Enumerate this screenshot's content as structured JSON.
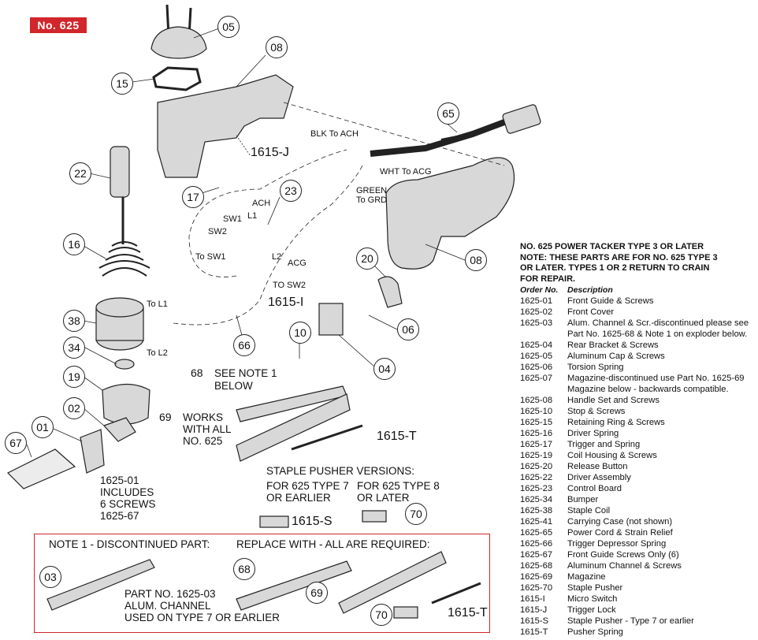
{
  "badge": "No. 625",
  "callouts": [
    "05",
    "08",
    "15",
    "22",
    "17",
    "23",
    "16",
    "38",
    "34",
    "19",
    "02",
    "01",
    "67",
    "20",
    "06",
    "04",
    "10",
    "65",
    "08",
    "66",
    "03",
    "68",
    "69",
    "70",
    "70"
  ],
  "labels": {
    "l_1615_J": "1615-J",
    "l_1615_I": "1615-I",
    "l_1615_T": "1615-T",
    "l_1615_S": "1615-S",
    "l_1615_T2": "1615-T",
    "blk": "BLK To ACH",
    "wht": "WHT To ACG",
    "green1": "GREEN",
    "green2": "To GRD",
    "ach": "ACH",
    "l1": "L1",
    "sw1": "SW1",
    "sw2": "SW2",
    "l2": "L2",
    "acg": "ACG",
    "tosw1": "To SW1",
    "tosw2": "TO SW2",
    "tol1": "To L1",
    "tol2": "To L2",
    "note68a": "SEE NOTE 1",
    "note68b": "BELOW",
    "note69a": "WORKS",
    "note69b": "WITH ALL",
    "note69c": "NO. 625",
    "inc1": "1625-01",
    "inc2": "INCLUDES",
    "inc3": "6 SCREWS",
    "inc4": "1625-67",
    "pusher_title": "STAPLE PUSHER VERSIONS:",
    "p7a": "FOR 625 TYPE 7",
    "p7b": "OR EARLIER",
    "p8a": "FOR 625 TYPE 8",
    "p8b": "OR LATER",
    "note1": "NOTE 1 - DISCONTINUED PART:",
    "replace": "REPLACE WITH - ALL ARE REQUIRED:",
    "pn1": "PART NO. 1625-03",
    "pn2": "ALUM. CHANNEL",
    "pn3": "USED ON TYPE 7 OR EARLIER"
  },
  "parts_list": {
    "header": [
      "NO. 625 POWER TACKER TYPE 3 OR LATER",
      "NOTE: THESE PARTS ARE FOR NO. 625 TYPE 3",
      "OR LATER.  TYPES 1 OR 2 RETURN TO CRAIN",
      "FOR REPAIR."
    ],
    "col_order": "Order No.",
    "col_desc": "Description",
    "rows": [
      {
        "no": "1625-01",
        "desc": "Front Guide & Screws"
      },
      {
        "no": "1625-02",
        "desc": "Front Cover"
      },
      {
        "no": "1625-03",
        "desc": "Alum. Channel & Scr.-discontinued please see"
      },
      {
        "no": "",
        "desc": "Part No. 1625-68 & Note 1 on exploder below."
      },
      {
        "no": "1625-04",
        "desc": "Rear Bracket & Screws"
      },
      {
        "no": "1625-05",
        "desc": "Aluminum Cap & Screws"
      },
      {
        "no": "1625-06",
        "desc": "Torsion Spring"
      },
      {
        "no": "1625-07",
        "desc": "Magazine-discontinued use Part No. 1625-69"
      },
      {
        "no": "",
        "desc": "Magazine below - backwards compatible."
      },
      {
        "no": "1625-08",
        "desc": "Handle Set and Screws"
      },
      {
        "no": "1625-10",
        "desc": "Stop & Screws"
      },
      {
        "no": "1625-15",
        "desc": "Retaining Ring & Screws"
      },
      {
        "no": "1625-16",
        "desc": "Driver Spring"
      },
      {
        "no": "1625-17",
        "desc": "Trigger and Spring"
      },
      {
        "no": "1625-19",
        "desc": "Coil Housing & Screws"
      },
      {
        "no": "1625-20",
        "desc": "Release Button"
      },
      {
        "no": "1625-22",
        "desc": "Driver Assembly"
      },
      {
        "no": "1625-23",
        "desc": "Control Board"
      },
      {
        "no": "1625-34",
        "desc": "Bumper"
      },
      {
        "no": "1625-38",
        "desc": "Staple Coil"
      },
      {
        "no": "1625-41",
        "desc": "Carrying Case (not shown)"
      },
      {
        "no": "1625-65",
        "desc": "Power Cord & Strain Relief"
      },
      {
        "no": "1625-66",
        "desc": "Trigger Depressor Spring"
      },
      {
        "no": "1625-67",
        "desc": "Front Guide Screws Only (6)"
      },
      {
        "no": "1625-68",
        "desc": "Aluminum Channel & Screws"
      },
      {
        "no": "1625-69",
        "desc": "Magazine"
      },
      {
        "no": "1625-70",
        "desc": "Staple Pusher"
      },
      {
        "no": "1615-I",
        "desc": "Micro Switch"
      },
      {
        "no": "1615-J",
        "desc": "Trigger Lock"
      },
      {
        "no": "1615-S",
        "desc": "Staple Pusher - Type 7 or earlier"
      },
      {
        "no": "1615-T",
        "desc": "Pusher Spring"
      }
    ]
  },
  "colors": {
    "accent": "#d1262b",
    "ink": "#111111",
    "part_fill": "#dcdcdc"
  }
}
